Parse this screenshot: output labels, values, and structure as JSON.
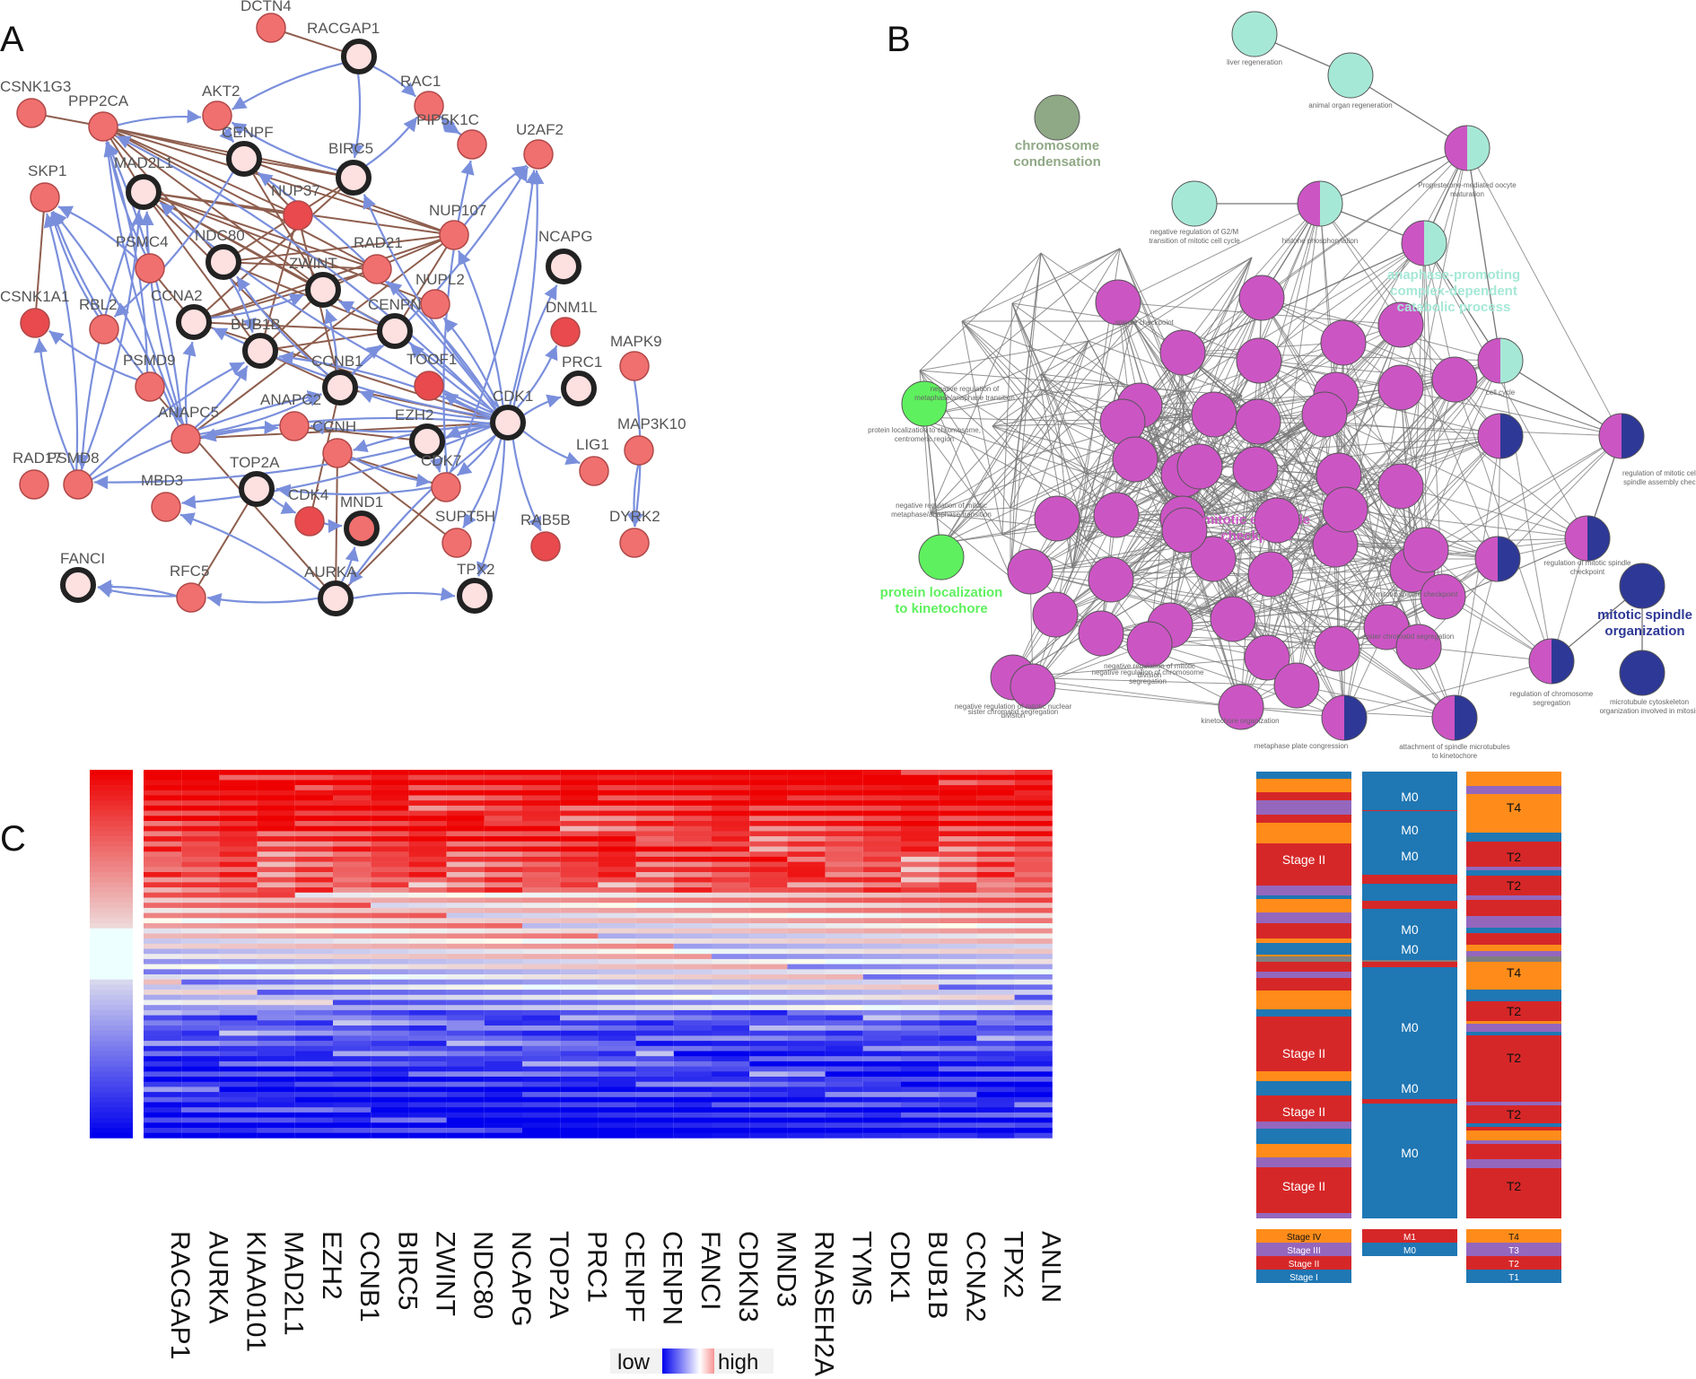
{
  "panels": {
    "a": "A",
    "b": "B",
    "c": "C"
  },
  "network_a": {
    "nodes": [
      {
        "id": "DCTN4",
        "style": "red"
      },
      {
        "id": "RACGAP1",
        "style": "hub"
      },
      {
        "id": "CSNK1G3",
        "style": "red"
      },
      {
        "id": "PPP2CA",
        "style": "red"
      },
      {
        "id": "AKT2",
        "style": "red"
      },
      {
        "id": "RAC1",
        "style": "red"
      },
      {
        "id": "PIP5K1C",
        "style": "red"
      },
      {
        "id": "U2AF2",
        "style": "red"
      },
      {
        "id": "CENPF",
        "style": "hub"
      },
      {
        "id": "SKP1",
        "style": "red"
      },
      {
        "id": "MAD2L1",
        "style": "hub"
      },
      {
        "id": "BIRC5",
        "style": "hub"
      },
      {
        "id": "NUP37",
        "style": "dark"
      },
      {
        "id": "NUP107",
        "style": "red"
      },
      {
        "id": "RAD21",
        "style": "red"
      },
      {
        "id": "NCAPG",
        "style": "hub"
      },
      {
        "id": "PSMC4",
        "style": "red"
      },
      {
        "id": "NDC80",
        "style": "hub"
      },
      {
        "id": "ZWINT",
        "style": "hub"
      },
      {
        "id": "NUPL2",
        "style": "red"
      },
      {
        "id": "CSNK1A1",
        "style": "dark"
      },
      {
        "id": "RBL2",
        "style": "red"
      },
      {
        "id": "CCNA2",
        "style": "hub"
      },
      {
        "id": "CENPN",
        "style": "hub"
      },
      {
        "id": "DNM1L",
        "style": "dark"
      },
      {
        "id": "BUB1B",
        "style": "hub"
      },
      {
        "id": "MAPK9",
        "style": "red"
      },
      {
        "id": "PSMD9",
        "style": "red"
      },
      {
        "id": "CCNB1",
        "style": "hub"
      },
      {
        "id": "TOOF1",
        "style": "dark"
      },
      {
        "id": "PRC1",
        "style": "hub"
      },
      {
        "id": "CDK1",
        "style": "hub"
      },
      {
        "id": "ANAPC5",
        "style": "red"
      },
      {
        "id": "ANAPC2",
        "style": "red"
      },
      {
        "id": "EZH2",
        "style": "hub"
      },
      {
        "id": "MAP3K10",
        "style": "red"
      },
      {
        "id": "CCNH",
        "style": "red"
      },
      {
        "id": "RAD17",
        "style": "red"
      },
      {
        "id": "PSMD8",
        "style": "red"
      },
      {
        "id": "LIG1",
        "style": "red"
      },
      {
        "id": "CDK7",
        "style": "red"
      },
      {
        "id": "TOP2A",
        "style": "hub"
      },
      {
        "id": "MBD3",
        "style": "red"
      },
      {
        "id": "CDK4",
        "style": "dark"
      },
      {
        "id": "MND1",
        "style": "hubdark"
      },
      {
        "id": "SUPT5H",
        "style": "red"
      },
      {
        "id": "DYRK2",
        "style": "red"
      },
      {
        "id": "RAB5B",
        "style": "dark"
      },
      {
        "id": "FANCI",
        "style": "hub"
      },
      {
        "id": "RFC5",
        "style": "red"
      },
      {
        "id": "AURKA",
        "style": "hub"
      },
      {
        "id": "TPX2",
        "style": "hub"
      }
    ],
    "colors": {
      "node_red": "#f0706f",
      "node_dark": "#e84a4d",
      "hub_fill": "#fde0e0",
      "hub_ring": "#222222",
      "blue_edge": "#7a8fdc",
      "brown_edge": "#8e5e4e"
    }
  },
  "network_b": {
    "labels": {
      "chromosome_condensation": [
        "chromosome",
        "condensation"
      ],
      "protein_kinetochore": [
        "protein localization",
        "to kinetochore"
      ],
      "mitotic_checkpoint": [
        "mitotic cell cycle",
        "checkpoint"
      ],
      "apc_process": [
        "anaphase-promoting",
        "complex-dependent",
        "catabolic process"
      ],
      "spindle_org": [
        "mitotic spindle",
        "organization"
      ],
      "small": [
        "liver regeneration",
        "animal organ regeneration",
        "Progesterone-mediated oocyte",
        "maturation",
        "negative regulation of G2/M",
        "transition of mitotic cell cycle",
        "histone phosphorylation",
        "protein localization to chromosome,",
        "centromeric region",
        "spindle checkpoint",
        "negative regulation of",
        "metaphase/anaphase transition",
        "negative regulation of mitotic",
        "metaphase/anaphase transition",
        "cell cycle",
        "regulation of mitotic cell cycle",
        "spindle assembly checkpoint",
        "regulation of mitotic spindle",
        "checkpoint",
        "negative regulation of mitotic nuclear",
        "division",
        "negative regulation of chromosome",
        "segregation",
        "negative regulation of mitotic",
        "division",
        "regulation of chromosome",
        "segregation",
        "sister chromatid segregation",
        "kinetochore organization",
        "metaphase plate congression",
        "attachment of spindle microtubules",
        "to kinetochore",
        "microtubule cytoskeleton",
        "organization involved in mitosis",
        "sister chromatid segregation",
        "mitotic spindle checkpoint"
      ]
    },
    "colors": {
      "magenta": "#cc55c4",
      "teal": "#a6e8d6",
      "navy": "#2e3896",
      "green": "#5ef05e",
      "olive": "#8fa986",
      "edge": "#777777"
    }
  },
  "heatmap_c": {
    "genes": [
      "RACGAP1",
      "AURKA",
      "KIAA0101",
      "MAD2L1",
      "EZH2",
      "CCNB1",
      "BIRC5",
      "ZWINT",
      "NDC80",
      "NCAPG",
      "TOP2A",
      "PRC1",
      "CENPF",
      "CENPN",
      "FANCI",
      "CDKN3",
      "MND3",
      "RNASEH2A",
      "TYMS",
      "CDK1",
      "BUB1B",
      "CCNA2",
      "TPX2",
      "ANLN"
    ],
    "n_rows": 72,
    "stage_track": [
      "Stage II",
      "Stage II",
      "Stage II",
      "Stage II"
    ],
    "m_track": [
      "M0",
      "M0",
      "M0",
      "M0",
      "M0",
      "M0",
      "M0",
      "M0"
    ],
    "t_track": [
      "T4",
      "T2",
      "T2",
      "T4",
      "T2",
      "T2",
      "T2",
      "T2"
    ],
    "legend_stage": [
      "Stage IV",
      "Stage III",
      "Stage II",
      "Stage I"
    ],
    "legend_m": [
      "M1",
      "M0"
    ],
    "legend_t": [
      "T4",
      "T3",
      "T2",
      "T1"
    ],
    "colorbar": {
      "low": "low",
      "high": "high"
    },
    "colors": {
      "high": "#ee0000",
      "low": "#0000ee",
      "stage_iv": "#ff8c1a",
      "stage_iii": "#9467bd",
      "stage_ii": "#d62728",
      "stage_i": "#1f77b4",
      "grey": "#7f7f7f"
    }
  }
}
